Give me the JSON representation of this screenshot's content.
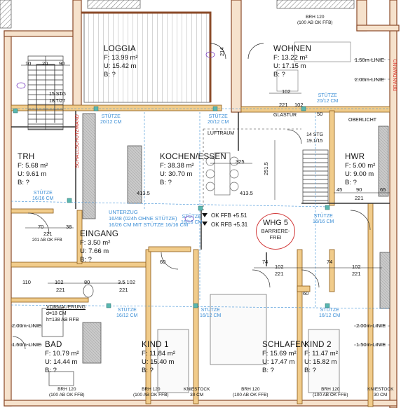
{
  "rooms": {
    "loggia": {
      "name": "LOGGIA",
      "f": "F: 13.99 m²",
      "u": "U: 15.42 m",
      "b": "B: ?"
    },
    "wohnen": {
      "name": "WOHNEN",
      "f": "F: 13.22 m²",
      "u": "U: 17.15 m",
      "b": "B: ?"
    },
    "trh": {
      "name": "TRH",
      "f": "F: 5.68 m²",
      "u": "U: 9.61 m",
      "b": "B: ?"
    },
    "kochen": {
      "name": "KOCHEN/ESSEN",
      "f": "F: 38.38 m²",
      "u": "U: 30.70 m",
      "b": "B: ?"
    },
    "hwr": {
      "name": "HWR",
      "f": "F: 5.00 m²",
      "u": "U: 9.00 m",
      "b": "B: ?"
    },
    "eingang": {
      "name": "EINGANG",
      "f": "F: 3.50 m²",
      "u": "U: 7.66 m",
      "b": "B: ?"
    },
    "bad": {
      "name": "BAD",
      "f": "F: 10.79 m²",
      "u": "U: 14.44 m",
      "b": "B: ?"
    },
    "kind1": {
      "name": "KIND 1",
      "f": "F: 11.84 m²",
      "u": "U: 15.40 m",
      "b": "B: ?"
    },
    "schlafen": {
      "name": "SCHLAFEN",
      "f": "F: 15.69 m²",
      "u": "U: 17.47 m",
      "b": "B: ?"
    },
    "kind2": {
      "name": "KIND 2",
      "f": "F: 11.47 m²",
      "u": "U: 15.82 m",
      "b": "B: ?"
    }
  },
  "unit": {
    "label": "WHG 5",
    "note": "BARRIERE-FREI"
  },
  "levels": {
    "ok_ffb": "OK FFB +5.51",
    "ok_rfb": "OK RFB +5.31"
  },
  "stair": {
    "steps": "15 STG",
    "rise": "18.7/27"
  },
  "stair_small": {
    "steps": "14 STG",
    "rise": "19.1/15"
  },
  "labels": {
    "glastuer": "GLASTÜR",
    "luftraum": "LUFTRAUM",
    "oberlicht": "OBERLICHT",
    "schallschutzwand": "SCHALLSCHUTZWAND",
    "brandwand": "BRANDWAND",
    "unterzug": "UNTERZUG",
    "unterzug_detail_1": "16/48 (024h OHNE STÜTZE)",
    "unterzug_detail_2": "16/26 CM MIT STÜTZE 16/16 CM",
    "vormauerung": "VORMAUERUNG",
    "vormauerung_d": "d=18 CM",
    "vormauerung_h": "h=138 AB RFB"
  },
  "line_labels": {
    "l150": "1.50m-LINIE",
    "l200": "2.00m-LINIE"
  },
  "stuetzen": {
    "label": "STÜTZE",
    "size_a": "20/12 CM",
    "size_b": "16/16 CM",
    "size_c": "16/12 CM"
  },
  "windows": {
    "brh": "BRH 120",
    "brh_sub": "(100 AB OK FFB)",
    "kniestock": "KNIESTOCK",
    "kniestock_h": "30 CM"
  },
  "dimensions": {
    "d221": "221",
    "d102": "102",
    "d74": "74",
    "d70": "70",
    "d38": "38",
    "d110": "110",
    "d80": "80",
    "d60": "60",
    "d90": "90",
    "d45": "45",
    "d65": "65",
    "d325": "325",
    "d2515": "251.5",
    "d4135": "413.5",
    "d10": "10",
    "d20": "20",
    "d3_5": "3.5 102",
    "d214": "214",
    "d50": "50",
    "d_201": "201 AB OK FFB"
  }
}
